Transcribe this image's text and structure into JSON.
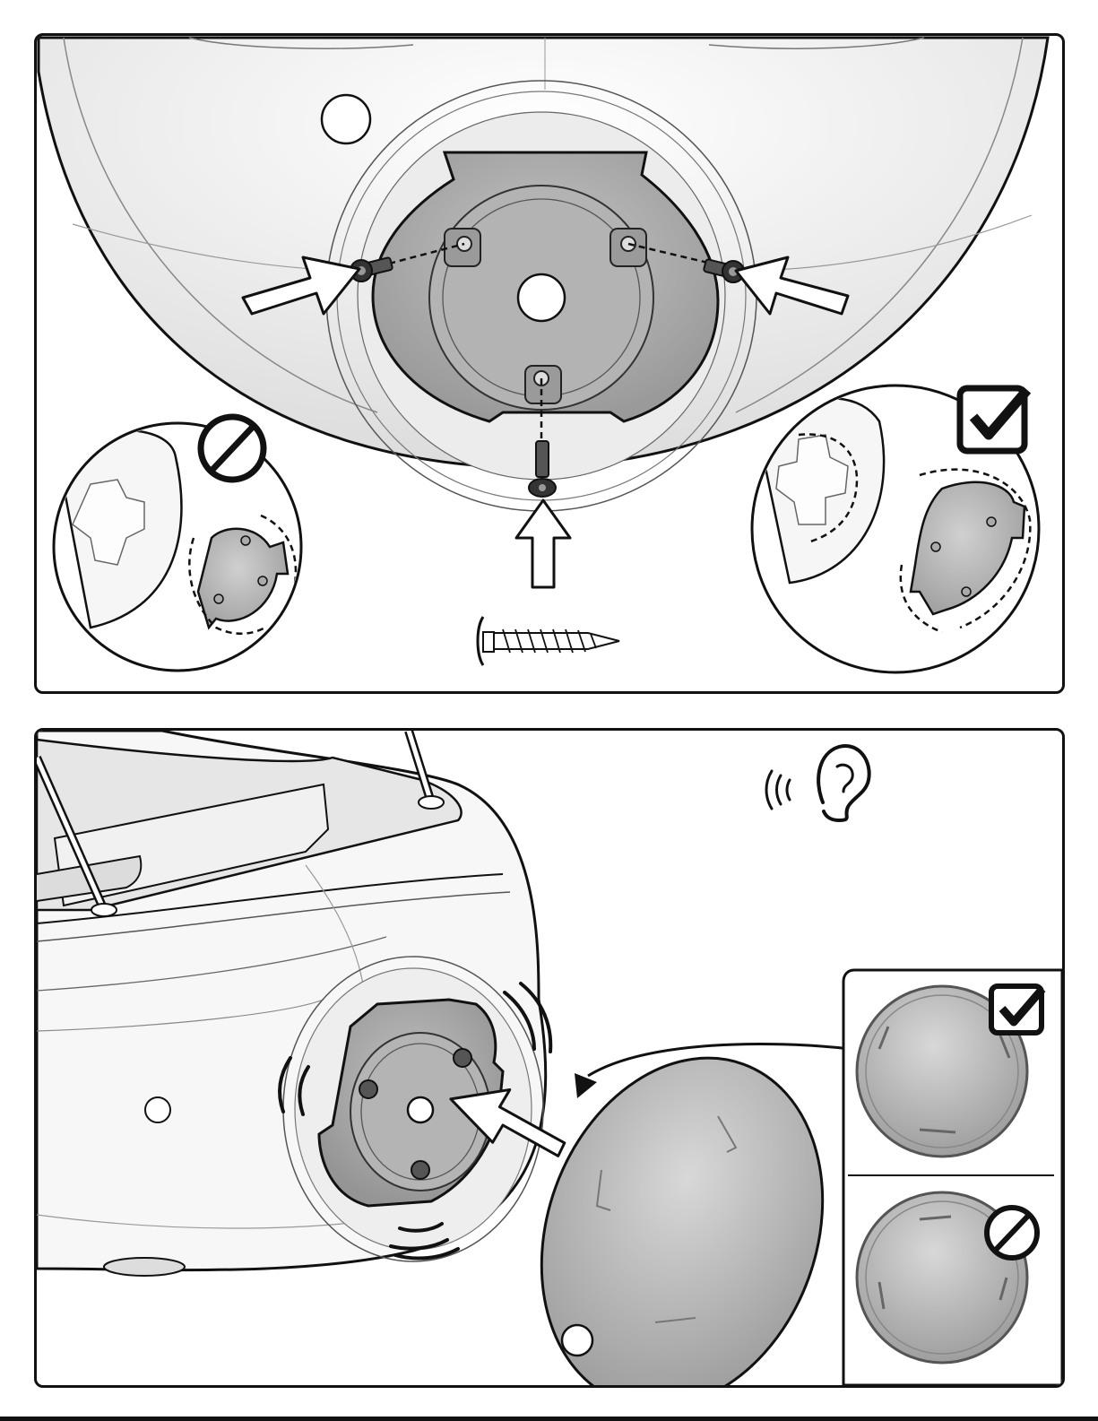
{
  "figure": {
    "panels": [
      {
        "id": "top",
        "insets": [
          {
            "verdict": "incorrect",
            "symbol": "prohibited-icon"
          },
          {
            "verdict": "correct",
            "symbol": "checkmark-icon"
          }
        ],
        "screw_count": 3
      },
      {
        "id": "bottom",
        "hint_symbol": "ear-sound-icon",
        "insets": [
          {
            "verdict": "correct",
            "symbol": "checkmark-icon"
          },
          {
            "verdict": "incorrect",
            "symbol": "prohibited-icon"
          }
        ]
      }
    ]
  },
  "colors": {
    "stroke": "#111111",
    "part_gray": "#a8a8a8",
    "part_dark": "#7d7d7d",
    "body_light": "#f2f2f2",
    "background": "#ffffff"
  }
}
